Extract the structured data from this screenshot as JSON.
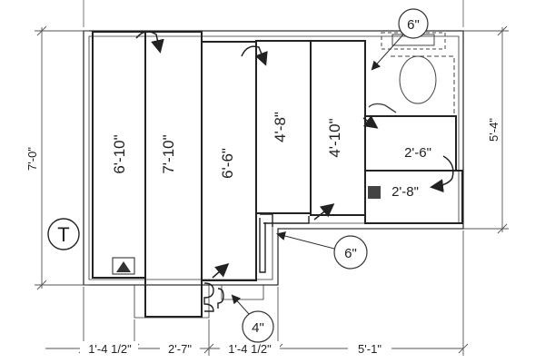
{
  "panels": {
    "p1": "6'-10\"",
    "p2": "7'-10\"",
    "p3": "6'-6\"",
    "p4": "4'-8\"",
    "p5": "4'-10\"",
    "p6": "2'-6\"",
    "p7": "2'-8\""
  },
  "dimensions": {
    "left_height": "7'-0\"",
    "right_height": "5'-4\"",
    "bottom": [
      "1'-4 1/2\"",
      "2'-7\"",
      "1'-4 1/2\"",
      "5'-1\""
    ]
  },
  "callouts": {
    "top": "6\"",
    "middle": "6\"",
    "bottom": "4\""
  },
  "thermostat": "T",
  "colors": {
    "line": "#222222",
    "dimension": "#555555",
    "background": "#ffffff"
  }
}
